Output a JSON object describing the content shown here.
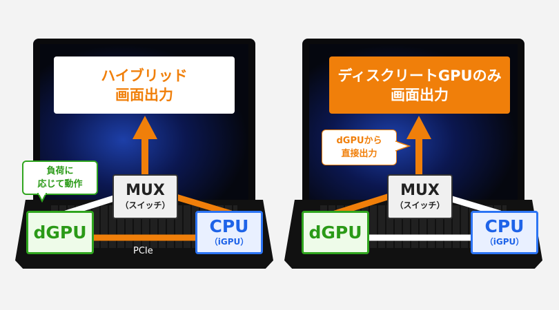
{
  "colors": {
    "orange": "#f07f0a",
    "green": "#2fa51e",
    "blue": "#2c74f4"
  },
  "left": {
    "output_line1": "ハイブリッド",
    "output_line2": "画面出力",
    "mux_title": "MUX",
    "mux_sub": "（スイッチ）",
    "dgpu": "dGPU",
    "cpu_title": "CPU",
    "cpu_sub": "（iGPU）",
    "bubble_line1": "負荷に",
    "bubble_line2": "応じて動作",
    "bus_label": "PCIe"
  },
  "right": {
    "output_line1": "ディスクリートGPUのみ",
    "output_line2": "画面出力",
    "mux_title": "MUX",
    "mux_sub": "（スイッチ）",
    "dgpu": "dGPU",
    "cpu_title": "CPU",
    "cpu_sub": "（iGPU）",
    "bubble_line1": "dGPUから",
    "bubble_line2": "直接出力"
  }
}
